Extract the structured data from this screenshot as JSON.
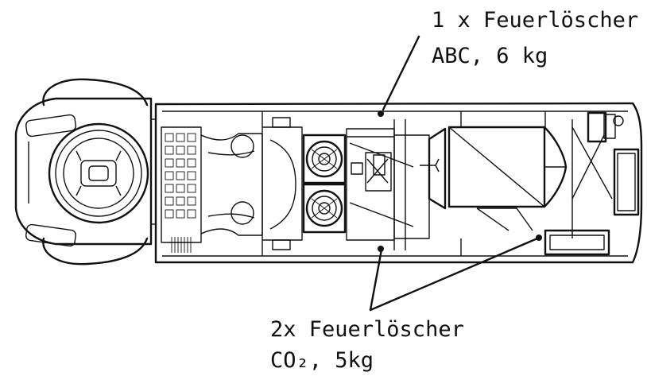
{
  "callouts": {
    "top": {
      "line1": "1 x Feuerlöscher",
      "line2": "ABC, 6 kg"
    },
    "bottom": {
      "line1": "2x Feuerlöscher",
      "line2": "CO₂, 5kg"
    }
  },
  "colors": {
    "ink": "#111111",
    "background": "#ffffff"
  }
}
